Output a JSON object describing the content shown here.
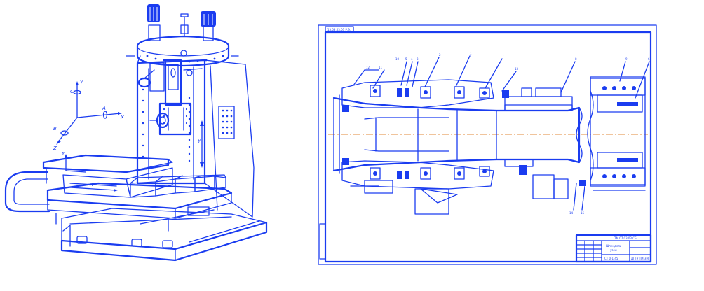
{
  "machine": {
    "axis_labels": {
      "c": "C",
      "y_coord": "Y",
      "a": "A",
      "x_coord": "X",
      "b": "B",
      "z": "Z",
      "table_y": "Y",
      "table_x": "X",
      "column_y": "Y"
    }
  },
  "drawing": {
    "frame_code": "13.03.03.03 Р.Э.",
    "title_block": {
      "doc_number": "ТМ.07.03.03 СБ",
      "part_name": "Шпиндель",
      "part_subname": "узел",
      "material": "СТ 0-1 45",
      "org": "ДГТУ ТМ ЗМ"
    },
    "leader_numbers": [
      "12",
      "11",
      "10",
      "5",
      "4",
      "3",
      "2",
      "1",
      "7",
      "13",
      "8",
      "9",
      "6",
      "14",
      "15"
    ]
  },
  "colors": {
    "line": "#1a3cf0",
    "axis": "#e08a3a",
    "background": "#ffffff"
  }
}
